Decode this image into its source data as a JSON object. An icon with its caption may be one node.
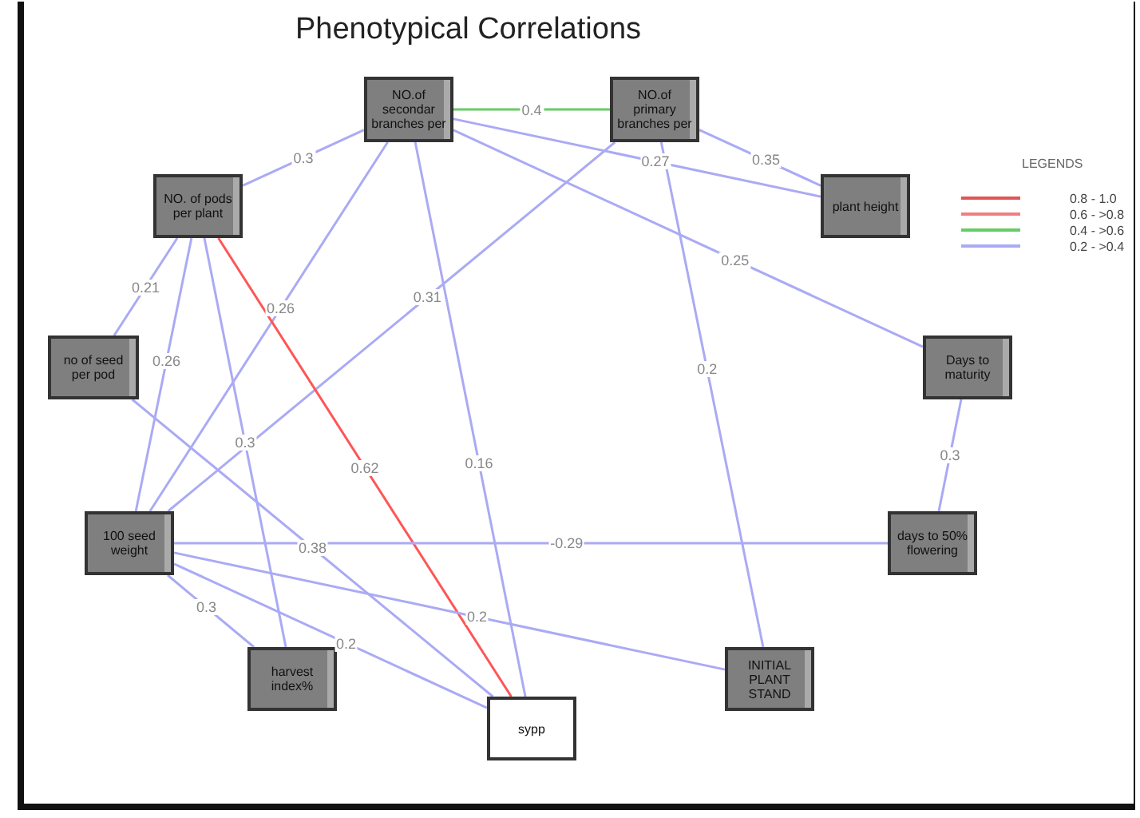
{
  "diagram": {
    "title": "Phenotypical Correlations",
    "nodes": [
      {
        "text": [
          "NO.of secondar branches per"
        ]
      },
      {
        "text": [
          "NO.of primary branches per"
        ]
      },
      {
        "text": [
          "NO. of pods per plant"
        ]
      },
      {
        "text": [
          "plant height"
        ]
      },
      {
        "text": [
          "no of seed per pod"
        ]
      },
      {
        "text": [
          "Days to maturity"
        ]
      },
      {
        "text": [
          "100 seed weight"
        ]
      },
      {
        "text": [
          "days to 50% flowering"
        ]
      },
      {
        "text": [
          "harvest index%"
        ]
      },
      {
        "text": [
          "INITIAL PLANT STAND"
        ]
      },
      {
        "text": [
          "sypp"
        ]
      }
    ],
    "edges": [
      {
        "from": 0,
        "to": 1,
        "arrow": "none",
        "label": "0.4",
        "color": "#66cc66"
      },
      {
        "from": 0,
        "to": 2,
        "arrow": "none",
        "label": "0.3"
      },
      {
        "from": 0,
        "to": 3,
        "arrow": "none",
        "label": "0.27"
      },
      {
        "from": 1,
        "to": 3,
        "arrow": "none",
        "label": "0.35"
      },
      {
        "from": 0,
        "to": 5,
        "arrow": "none",
        "label": "0.25"
      },
      {
        "from": 1,
        "to": 6,
        "arrow": "none",
        "label": "0.31"
      },
      {
        "from": 1,
        "to": 9,
        "arrow": "none",
        "label": "0.2"
      },
      {
        "from": 0,
        "to": 6,
        "arrow": "none",
        "label": "0.26"
      },
      {
        "from": 0,
        "to": 10,
        "arrow": "none",
        "label": "0.16"
      },
      {
        "from": 2,
        "to": 4,
        "arrow": "none",
        "label": "0.21"
      },
      {
        "from": 2,
        "to": 6,
        "arrow": "none",
        "label": "0.26"
      },
      {
        "from": 2,
        "to": 8,
        "arrow": "none",
        "label": "0.3"
      },
      {
        "from": 2,
        "to": 10,
        "arrow": "none",
        "label": "0.62",
        "color": "#ff5555"
      },
      {
        "from": 4,
        "to": 10,
        "arrow": "none",
        "label": "0.38"
      },
      {
        "from": 5,
        "to": 7,
        "arrow": "none",
        "label": "0.3"
      },
      {
        "from": 6,
        "to": 7,
        "arrow": "none",
        "label": "-0.29"
      },
      {
        "from": 6,
        "to": 8,
        "arrow": "none",
        "label": "0.3"
      },
      {
        "from": 6,
        "to": 9,
        "arrow": "none",
        "label": "0.2"
      },
      {
        "from": 6,
        "to": 10,
        "arrow": "none",
        "label": "0.2"
      }
    ],
    "legend": [
      {
        "text": "0.8 - 1.0",
        "color": "#e05555"
      },
      {
        "text": "0.6 - >0.8",
        "color": "#f08080"
      },
      {
        "text": "0.4 - >0.6",
        "color": "#66cc66"
      },
      {
        "text": "0.2 - >0.4",
        "color": "#aaaaf5"
      }
    ],
    "labels": [
      "LEGENDS"
    ]
  }
}
